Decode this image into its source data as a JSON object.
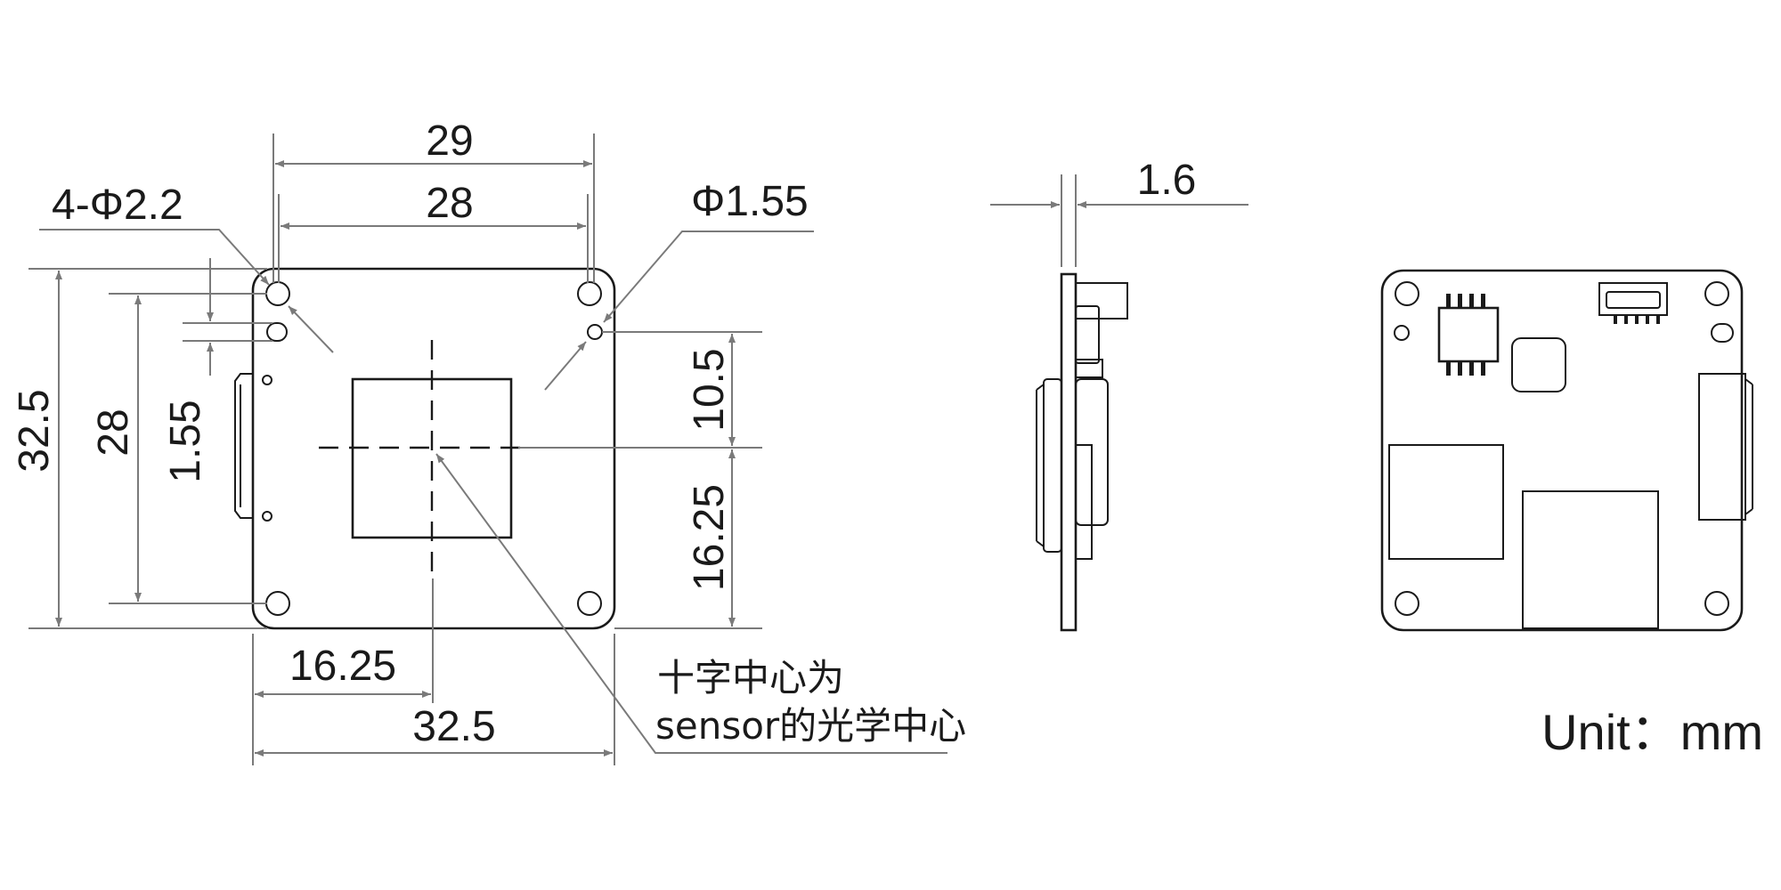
{
  "front_view": {
    "dim_width_outer": "29",
    "dim_width_inner": "28",
    "dim_mount_hole": "4-Φ2.2",
    "dim_small_hole": "Φ1.55",
    "dim_height_outer": "32.5",
    "dim_height_inner": "28",
    "dim_hole_offset": "1.55",
    "dim_center_upper": "10.5",
    "dim_center_lower": "16.25",
    "dim_center_horizontal": "16.25",
    "dim_board_width": "32.5",
    "note_line1": "十字中心为",
    "note_line2": "sensor的光学中心"
  },
  "side_view": {
    "dim_thickness": "1.6"
  },
  "units": {
    "label": "Unit：mm"
  }
}
